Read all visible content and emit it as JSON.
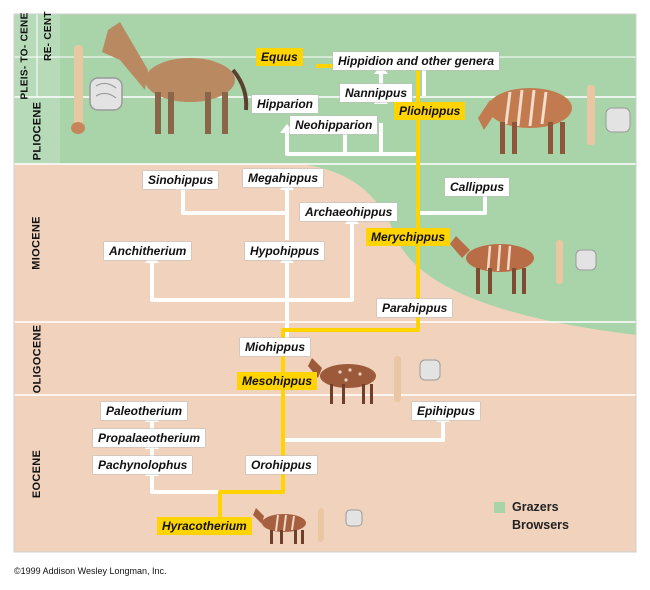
{
  "epochs": {
    "pleistocene_recent": "PLEIS- TO- CENE",
    "recent_label": "RE- CENT",
    "pliocene": "PLIOCENE",
    "miocene": "MIOCENE",
    "oligocene": "OLIGOCENE",
    "eocene": "EOCENE"
  },
  "taxa": {
    "equus": "Equus",
    "hippidion": "Hippidion and other genera",
    "nannippus": "Nannippus",
    "pliohippus": "Pliohippus",
    "hipparion": "Hipparion",
    "neohipparion": "Neohipparion",
    "sinohippus": "Sinohippus",
    "megahippus": "Megahippus",
    "callippus": "Callippus",
    "archaeohippus": "Archaeohippus",
    "merychippus": "Merychippus",
    "anchitherium": "Anchitherium",
    "hypohippus": "Hypohippus",
    "parahippus": "Parahippus",
    "miohippus": "Miohippus",
    "mesohippus": "Mesohippus",
    "paleotherium": "Paleotherium",
    "propalaeotherium": "Propalaeotherium",
    "epihippus": "Epihippus",
    "pachynolophus": "Pachynolophus",
    "orohippus": "Orohippus",
    "hyracotherium": "Hyracotherium"
  },
  "legend": {
    "grazers": "Grazers",
    "browsers": "Browsers"
  },
  "colors": {
    "grazer": "#a9d4aa",
    "browser": "#f1d3bd",
    "main_lineage": "#ffd400",
    "branch": "#ffffff"
  },
  "copyright": "©1999 Addison Wesley Longman, Inc."
}
